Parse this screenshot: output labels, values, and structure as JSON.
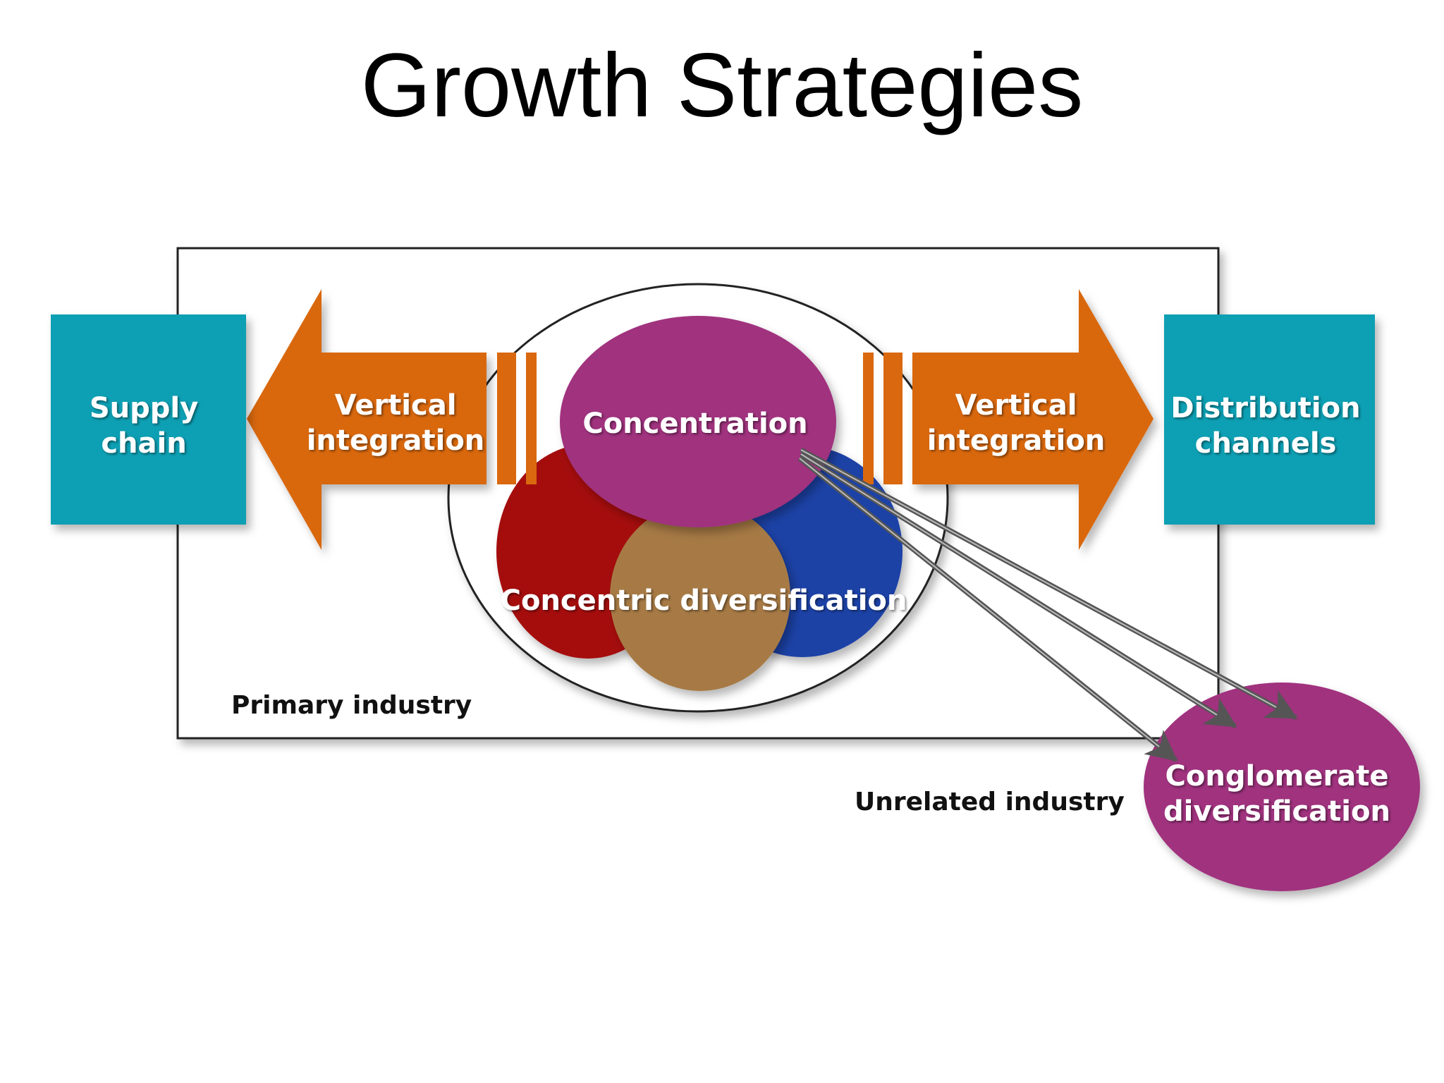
{
  "title": "Growth Strategies",
  "colors": {
    "teal": "#0B9FB3",
    "orange": "#D9680F",
    "magenta": "#A0307E",
    "red": "#A50E0E",
    "blue": "#1E42A6",
    "tan": "#A77A45",
    "frame": "#222222",
    "arrow_gray": "#6B6B6B"
  },
  "diagram": {
    "supply_chain": [
      "Supply",
      "chain"
    ],
    "vertical_integration_left": [
      "Vertical",
      "integration"
    ],
    "vertical_integration_right": [
      "Vertical",
      "integration"
    ],
    "distribution_channels": [
      "Distribution",
      "channels"
    ],
    "concentration": "Concentration",
    "concentric_diversification": "Concentric diversification",
    "primary_industry": "Primary industry",
    "unrelated_industry": "Unrelated industry",
    "conglomerate_diversification": [
      "Conglomerate",
      "diversification"
    ]
  }
}
